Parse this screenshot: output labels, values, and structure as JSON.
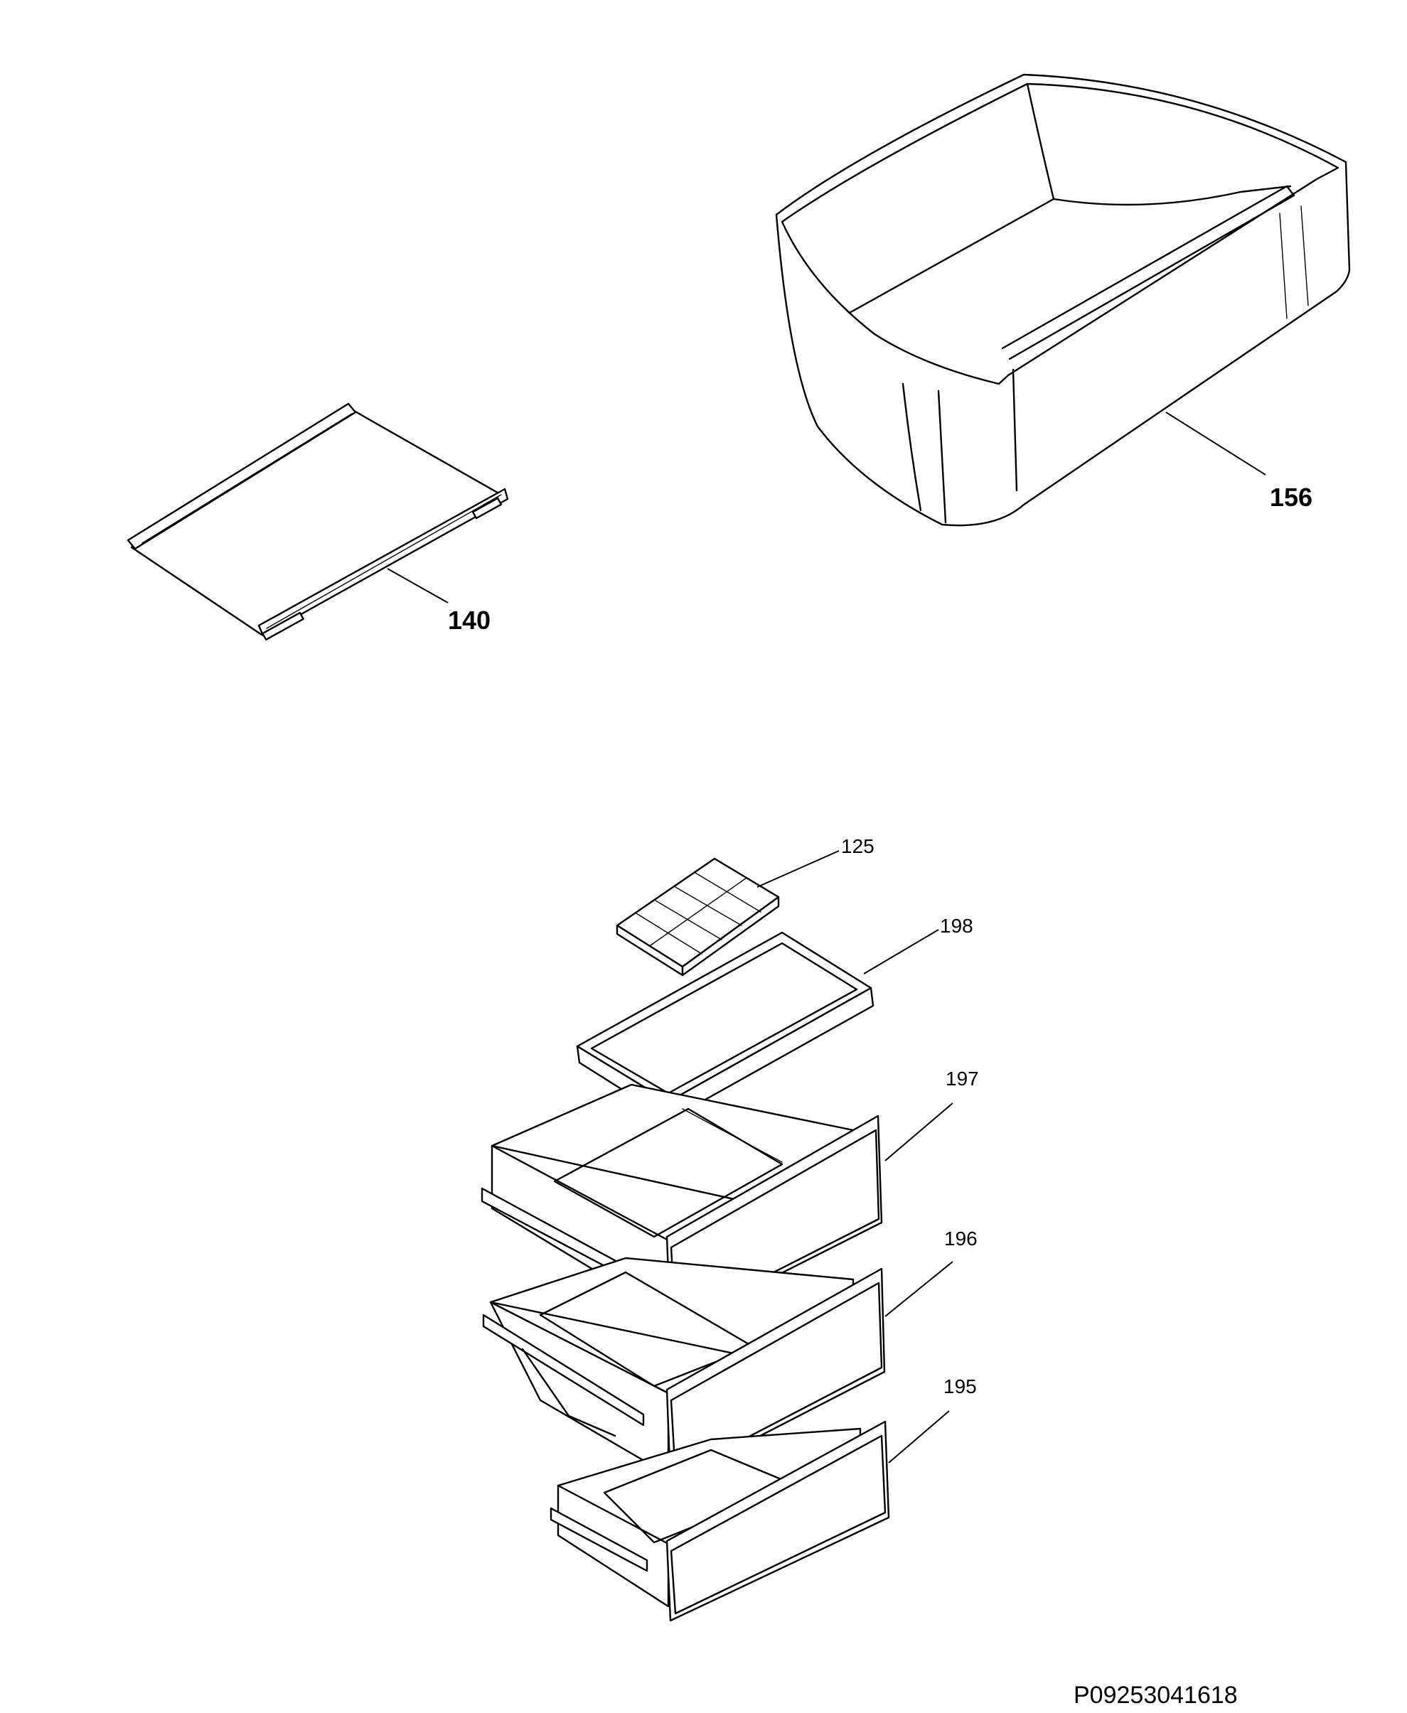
{
  "callouts": {
    "p140": "140",
    "p156": "156",
    "p125": "125",
    "p198": "198",
    "p197": "197",
    "p196": "196",
    "p195": "195"
  },
  "document_id": "P09253041618"
}
